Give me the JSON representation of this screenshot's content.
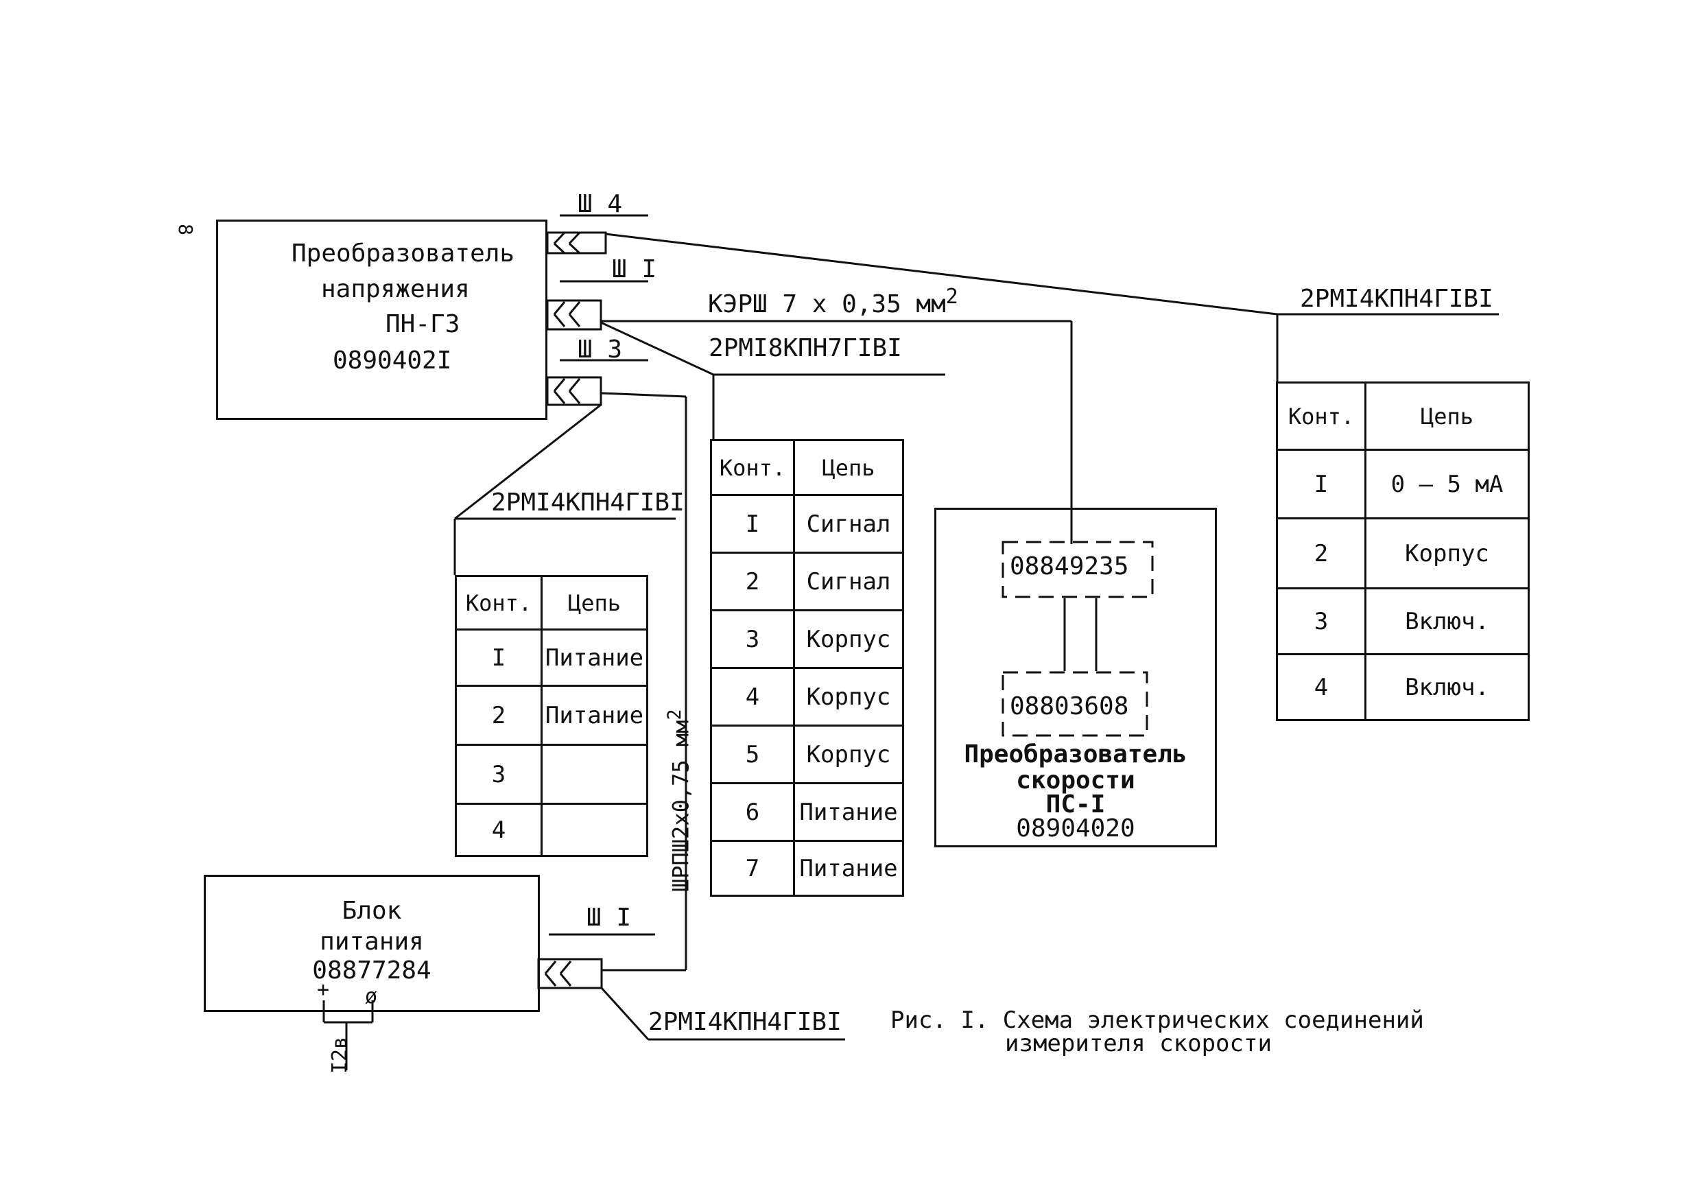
{
  "page_number": "8",
  "blocks": {
    "voltage_converter": {
      "line1": "Преобразователь",
      "line2": "напряжения",
      "model": "ПН-ГЗ",
      "code": "0890402I"
    },
    "power_unit": {
      "line1": "Блок",
      "line2": "питания",
      "code": "08877284",
      "plus": "+",
      "minus": "ø",
      "voltage": "I2в"
    },
    "speed_converter": {
      "code_top": "08849235",
      "code_bottom": "08803608",
      "line1": "Преобразователь",
      "line2": "скорости",
      "model": "ПС-I",
      "code": "08904020"
    }
  },
  "connectors": {
    "sh4": "Ш 4",
    "sh1_top": "Ш I",
    "sh3": "Ш 3",
    "sh1_bottom": "Ш I"
  },
  "cables": {
    "kersh": "КЭРШ 7 х 0,35 мм",
    "kersh_sup": "2",
    "shrpsh": "ШРПШ2х0,75 мм",
    "shrpsh_sup": "2"
  },
  "plug_labels": {
    "right": "2РМI4КПН4ГIВI",
    "middle": "2РМI8КПН7ГIВI",
    "left": "2РМI4КПН4ГIВI",
    "bottom": "2РМI4КПН4ГIВI"
  },
  "tables": {
    "left": {
      "headers": [
        "Конт.",
        "Цепь"
      ],
      "rows": [
        [
          "I",
          "Питание"
        ],
        [
          "2",
          "Питание"
        ],
        [
          "3",
          ""
        ],
        [
          "4",
          ""
        ]
      ]
    },
    "middle": {
      "headers": [
        "Конт.",
        "Цепь"
      ],
      "rows": [
        [
          "I",
          "Сигнал"
        ],
        [
          "2",
          "Сигнал"
        ],
        [
          "3",
          "Корпус"
        ],
        [
          "4",
          "Корпус"
        ],
        [
          "5",
          "Корпус"
        ],
        [
          "6",
          "Питание"
        ],
        [
          "7",
          "Питание"
        ]
      ]
    },
    "right": {
      "headers": [
        "Конт.",
        "Цепь"
      ],
      "rows": [
        [
          "I",
          "0 – 5 мА"
        ],
        [
          "2",
          "Корпус"
        ],
        [
          "3",
          "Включ."
        ],
        [
          "4",
          "Включ."
        ]
      ]
    }
  },
  "caption": {
    "line1": "Рис. I. Схема электрических соединений",
    "line2": "измерителя скорости"
  }
}
